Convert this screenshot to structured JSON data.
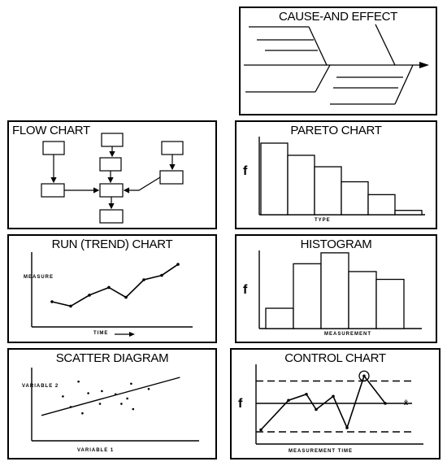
{
  "panels": {
    "cause_effect": {
      "title": "CAUSE-AND EFFECT"
    },
    "flow_chart": {
      "title": "FLOW CHART"
    },
    "pareto": {
      "title": "PARETO CHART",
      "xlabel": "TYPE",
      "ylabel": "f",
      "chart_data": {
        "type": "bar",
        "values": [
          10,
          8.3,
          6.7,
          4.6,
          2.8,
          0.6
        ],
        "xlabel": "TYPE",
        "ylabel": "f"
      }
    },
    "run_chart": {
      "title": "RUN (TREND) CHART",
      "xlabel": "TIME",
      "ylabel": "MEASURE",
      "chart_data": {
        "type": "line",
        "values": [
          2.0,
          1.6,
          2.6,
          3.3,
          2.4,
          4.0,
          4.4,
          5.4
        ]
      }
    },
    "histogram": {
      "title": "HISTOGRAM",
      "xlabel": "MEASUREMENT",
      "ylabel": "f",
      "chart_data": {
        "type": "bar",
        "values": [
          2.6,
          8.3,
          9.7,
          7.3,
          6.3
        ]
      }
    },
    "scatter": {
      "title": "SCATTER DIAGRAM",
      "xlabel": "VARIABLE 1",
      "ylabel": "VARIABLE 2",
      "chart_data": {
        "type": "scatter",
        "points": [
          [
            2.4,
            5.6
          ],
          [
            3.6,
            4.7
          ],
          [
            1.6,
            4.2
          ],
          [
            2.9,
            4.5
          ],
          [
            4.3,
            4.4
          ],
          [
            5.1,
            5.4
          ],
          [
            4.9,
            4.0
          ],
          [
            6.0,
            4.9
          ],
          [
            5.2,
            3.0
          ],
          [
            3.5,
            3.5
          ],
          [
            2.0,
            3.2
          ],
          [
            2.6,
            2.6
          ],
          [
            4.6,
            3.5
          ]
        ],
        "trend": [
          [
            0.5,
            2.4
          ],
          [
            7.6,
            6.0
          ]
        ]
      }
    },
    "control": {
      "title": "CONTROL CHART",
      "xlabel": "MEASUREMENT TIME",
      "ylabel": "f",
      "mean_label": "x̄",
      "chart_data": {
        "type": "line",
        "values": [
          1.4,
          4.3,
          4.9,
          3.4,
          4.7,
          1.6,
          6.7,
          4.0
        ],
        "ucl": 6.2,
        "cl": 4.0,
        "lcl": 1.2
      }
    }
  }
}
